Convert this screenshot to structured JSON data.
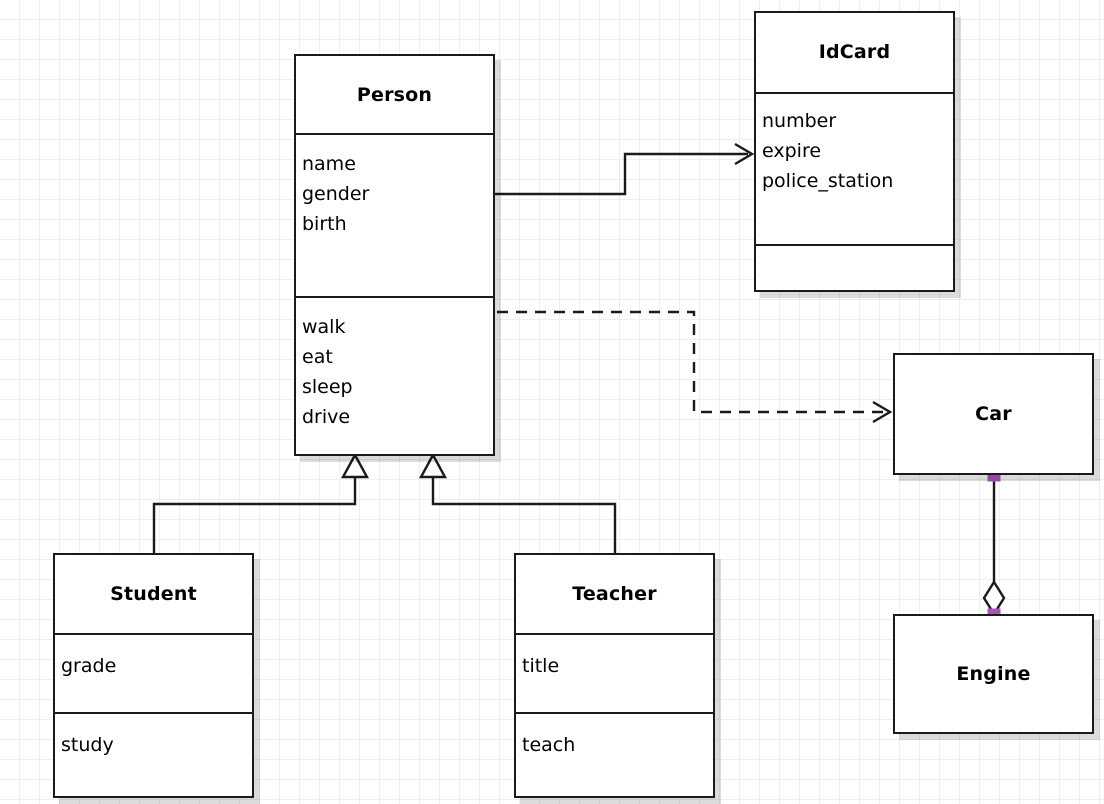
{
  "diagram": {
    "type": "uml-class-diagram",
    "background": "#ffffff",
    "grid_color": "#efefef",
    "line_color": "#1a1a1a",
    "selection_handle_color": "#a855b8"
  },
  "classes": [
    {
      "id": "person",
      "name": "Person",
      "attributes": [
        "name",
        "gender",
        "birth"
      ],
      "methods": [
        "walk",
        "eat",
        "sleep",
        "drive"
      ]
    },
    {
      "id": "idcard",
      "name": "IdCard",
      "attributes": [
        "number",
        "expire",
        "police_station"
      ],
      "methods": []
    },
    {
      "id": "car",
      "name": "Car",
      "attributes": [],
      "methods": []
    },
    {
      "id": "engine",
      "name": "Engine",
      "attributes": [],
      "methods": []
    },
    {
      "id": "student",
      "name": "Student",
      "attributes": [
        "grade"
      ],
      "methods": [
        "study"
      ]
    },
    {
      "id": "teacher",
      "name": "Teacher",
      "attributes": [
        "title"
      ],
      "methods": [
        "teach"
      ]
    }
  ],
  "relationships": [
    {
      "id": "person-idcard",
      "kind": "association",
      "from": "person",
      "to": "idcard",
      "arrow": "open-arrow",
      "line": "solid"
    },
    {
      "id": "person-car",
      "kind": "dependency",
      "from": "person",
      "to": "car",
      "arrow": "open-arrow",
      "line": "dashed"
    },
    {
      "id": "student-person",
      "kind": "generalization",
      "from": "student",
      "to": "person",
      "arrow": "hollow-triangle",
      "line": "solid"
    },
    {
      "id": "teacher-person",
      "kind": "generalization",
      "from": "teacher",
      "to": "person",
      "arrow": "hollow-triangle",
      "line": "solid"
    },
    {
      "id": "car-engine",
      "kind": "aggregation",
      "from": "car",
      "to": "engine",
      "arrow": "hollow-diamond",
      "line": "solid",
      "selected": true
    }
  ]
}
